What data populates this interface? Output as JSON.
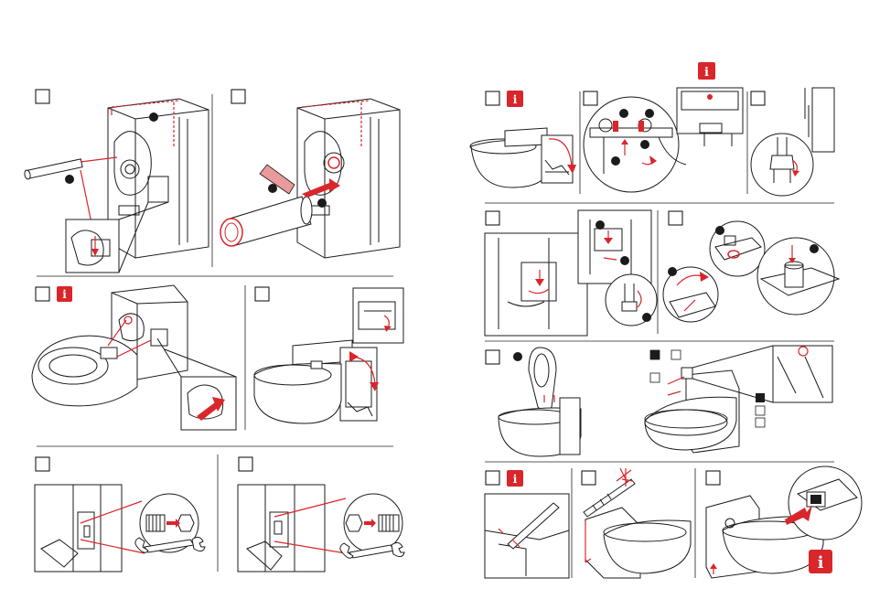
{
  "document": {
    "type": "installation-instructions",
    "pages": 2
  },
  "icons": {
    "info_glyph": "i",
    "info_color": "#d9262b",
    "accent_red": "#d9262b",
    "line_color": "#1b1b1b"
  }
}
